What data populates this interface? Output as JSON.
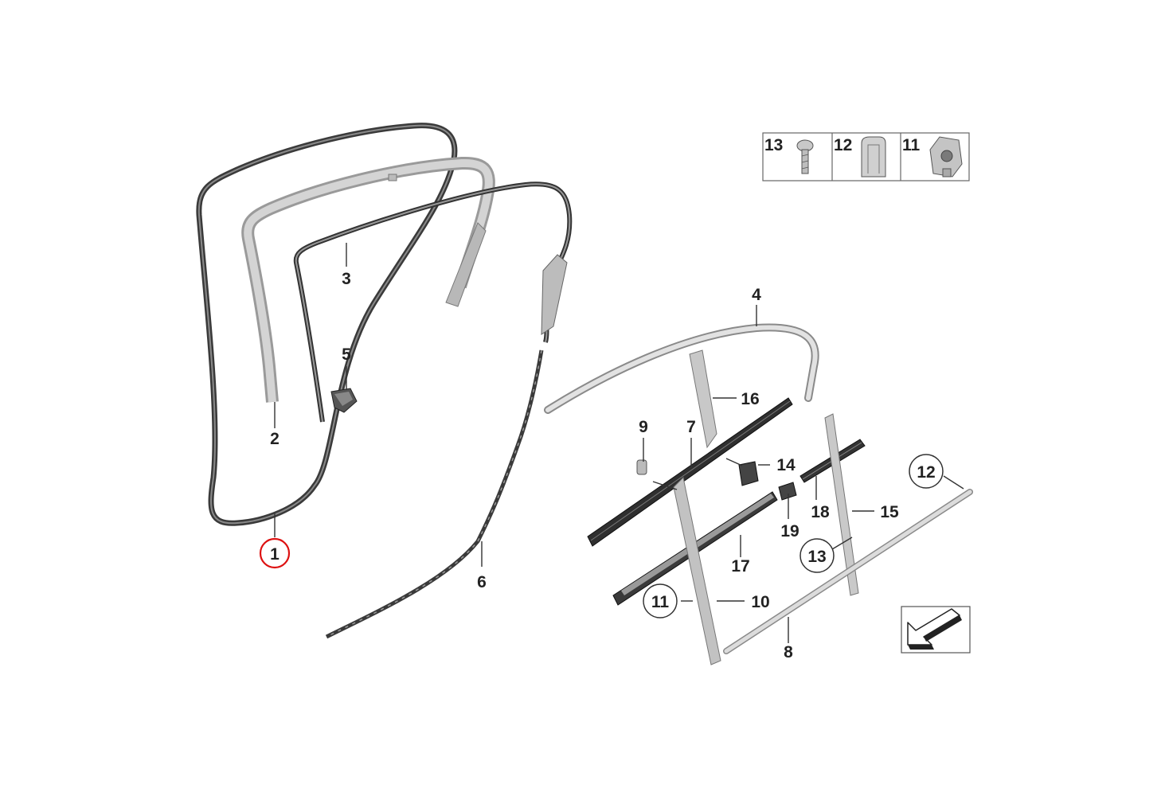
{
  "diagram": {
    "callouts": {
      "c1": "1",
      "c2": "2",
      "c3": "3",
      "c4": "4",
      "c5": "5",
      "c6": "6",
      "c7": "7",
      "c8": "8",
      "c9": "9",
      "c10": "10",
      "c11": "11",
      "c12": "12",
      "c13": "13",
      "c14": "14",
      "c15": "15",
      "c16": "16",
      "c17": "17",
      "c18": "18",
      "c19": "19"
    },
    "legend": {
      "l13": "13",
      "l12": "12",
      "l11": "11"
    },
    "highlight_color": "#dd1111",
    "icons": [
      "screw-icon",
      "clip-icon",
      "retainer-clip-icon",
      "direction-arrow-icon"
    ]
  }
}
